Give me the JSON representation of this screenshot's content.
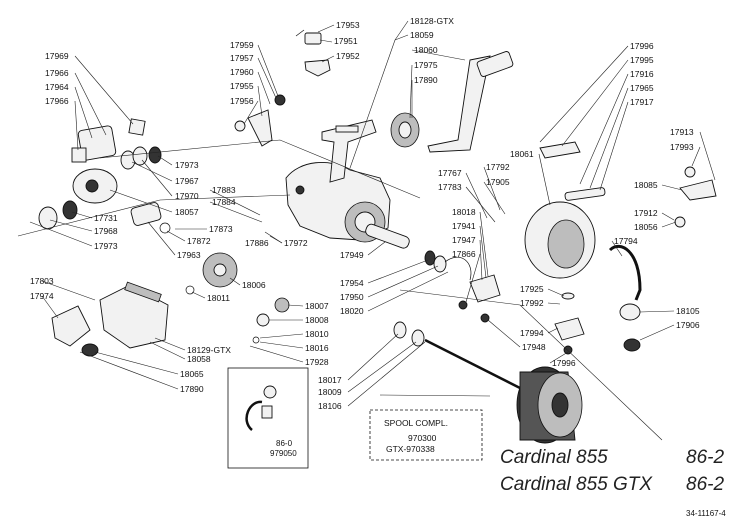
{
  "labels": {
    "p17953": "17953",
    "p17951": "17951",
    "p17952": "17952",
    "p17959": "17959",
    "p17957": "17957",
    "p17960": "17960",
    "p17955": "17955",
    "p17956": "17956",
    "p18128gtx": "18128-GTX",
    "p18059": "18059",
    "p18060": "18060",
    "p17975": "17975",
    "p17890a": "17890",
    "p17969": "17969",
    "p17966a": "17966",
    "p17964": "17964",
    "p17966b": "17966",
    "p17973a": "17973",
    "p17967": "17967",
    "p17970": "17970",
    "p18057": "18057",
    "p17883": "17883",
    "p17884": "17884",
    "p17731": "17731",
    "p17968": "17968",
    "p17973b": "17973",
    "p17872": "17872",
    "p17873": "17873",
    "p17963": "17963",
    "p17886": "17886",
    "p17972": "17972",
    "p18006": "18006",
    "p18011": "18011",
    "p17803": "17803",
    "p17974": "17974",
    "p18007": "18007",
    "p18008": "18008",
    "p18010": "18010",
    "p18016": "18016",
    "p17928": "17928",
    "p18129gtx": "18129-GTX",
    "p18058": "18058",
    "p18065": "18065",
    "p17890b": "17890",
    "p18017": "18017",
    "p18009": "18009",
    "p18106": "18106",
    "p17996a": "17996",
    "p17995": "17995",
    "p17916": "17916",
    "p17965": "17965",
    "p17917": "17917",
    "p17913": "17913",
    "p17993": "17993",
    "p18085": "18085",
    "p18061": "18061",
    "p17767": "17767",
    "p17792": "17792",
    "p17783": "17783",
    "p17905": "17905",
    "p18018": "18018",
    "p17941": "17941",
    "p17947": "17947",
    "p17866": "17866",
    "p17912": "17912",
    "p18056": "18056",
    "p17794": "17794",
    "p17949": "17949",
    "p17954": "17954",
    "p17950": "17950",
    "p18020": "18020",
    "p17925": "17925",
    "p17992": "17992",
    "p18105": "18105",
    "p17906": "17906",
    "p17994": "17994",
    "p17948": "17948",
    "p17996b": "17996"
  },
  "spool_box": {
    "title": "SPOOL COMPL.",
    "code1": "970300",
    "code2": "GTX-970338"
  },
  "inset": {
    "code1": "86-0",
    "code2": "979050"
  },
  "model": {
    "name1": "Cardinal 855",
    "name2": "Cardinal 855 GTX",
    "page1": "86-2",
    "page2": "86-2"
  },
  "footer": {
    "doc_code": "34-11167-4"
  }
}
